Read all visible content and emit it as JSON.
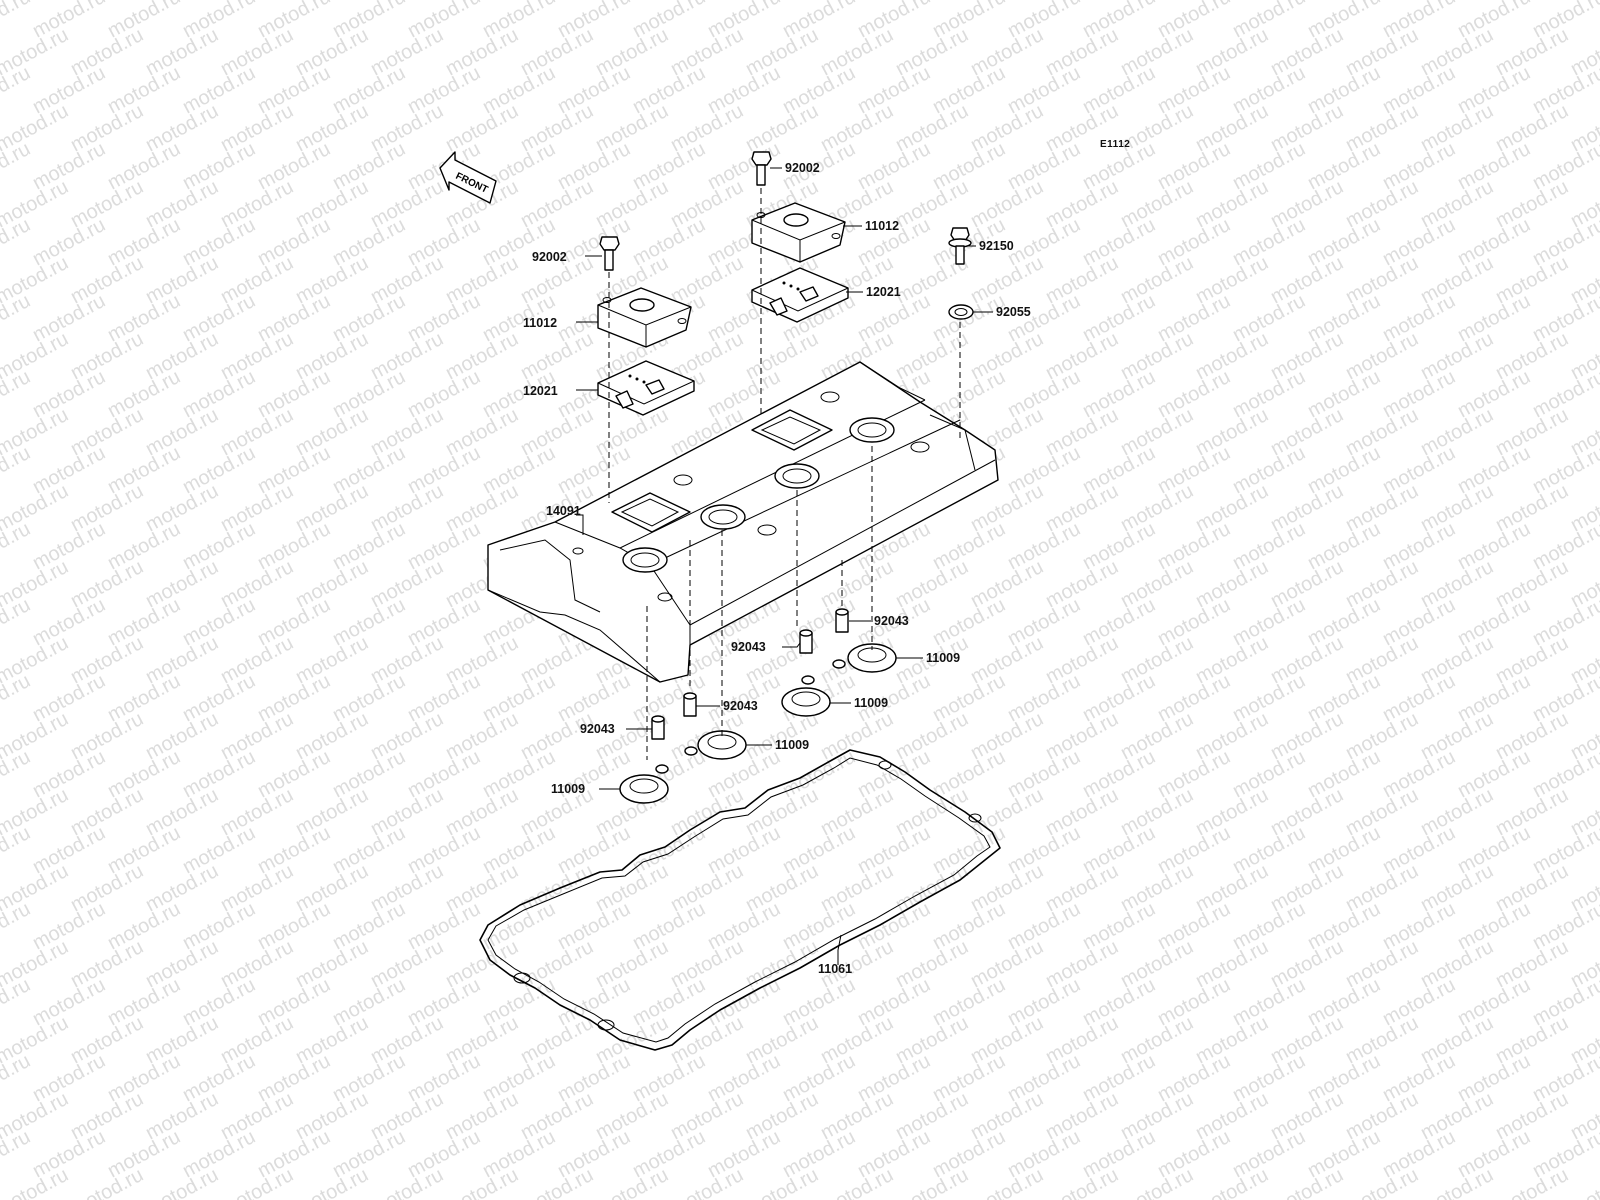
{
  "diagram_code": "E1112",
  "front_label": "FRONT",
  "watermark_text": "motod.ru",
  "colors": {
    "line": "#000000",
    "label": "#111111",
    "watermark": "#dcdcdc",
    "background": "#ffffff"
  },
  "labels": {
    "bolt_right": "92002",
    "cap_right": "11012",
    "bolt_left": "92002",
    "cap_left": "11012",
    "plate_right": "12021",
    "plate_left": "12021",
    "bolt_92150": "92150",
    "washer_92055": "92055",
    "cover": "14091",
    "dowel_right": "92043",
    "seal_right": "11009",
    "dowel_mid_right": "92043",
    "seal_mid_right": "11009",
    "dowel_mid_left": "92043",
    "seal_mid_left": "11009",
    "dowel_left": "92043",
    "seal_left": "11009",
    "gasket": "11061"
  }
}
